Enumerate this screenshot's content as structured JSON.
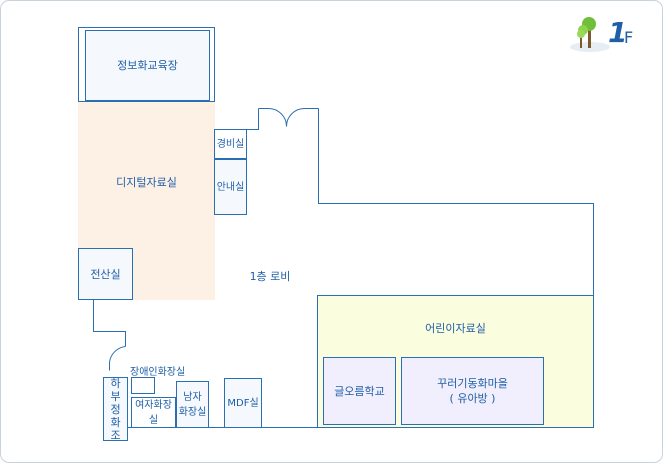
{
  "floor": {
    "number": "1",
    "letter": "F",
    "icon": "tree-icon"
  },
  "rooms": {
    "info_training": "정보화교육장",
    "digital_library": "디지털자료실",
    "security_office": "경비실",
    "information_desk": "안내실",
    "computer_room": "전산실",
    "lobby": "1층 로비",
    "children_library": "어린이자료실",
    "writing_school": "글오름학교",
    "dream_village": "꾸러기동화마을\n( 유아방 )",
    "accessible_restroom": "장애인화장실",
    "water_treatment": "하\n부\n정\n화\n조",
    "womens_restroom": "여자화장실",
    "mens_restroom": "남자\n화장실",
    "mdf_room": "MDF실"
  },
  "colors": {
    "wall": "#2b6fb3",
    "text": "#1f5fa6",
    "digital_library_fill": "#fdf1e6",
    "children_library_fill": "#fbfddf",
    "inner_room_fill": "#f1eefd",
    "small_room_fill": "#f5f8fc"
  }
}
